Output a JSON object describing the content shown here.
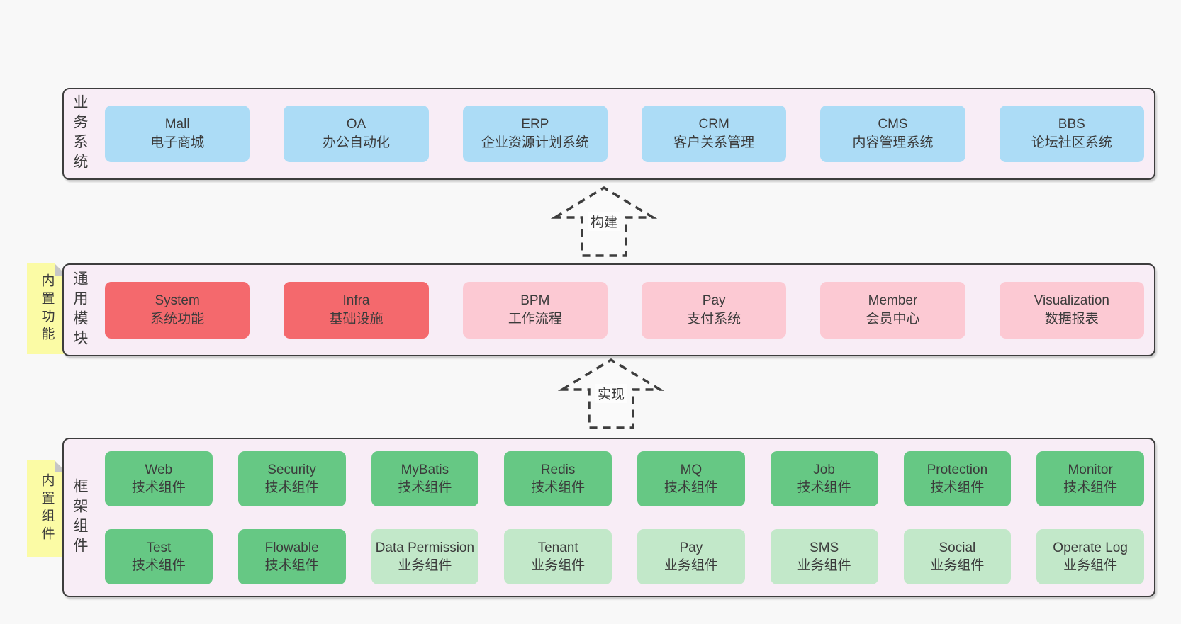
{
  "palette": {
    "background": "#f8f8f8",
    "panel_bg": "#f8edf6",
    "panel_border": "#3d3d3d",
    "text": "#3b3b3b",
    "blue": "#acdcf6",
    "red": "#f4696d",
    "pink": "#fcc9d3",
    "green": "#66c884",
    "light_green": "#c2e8c9",
    "sticky_yellow": "#fbfba5",
    "sticky_fold": "#c6c6c6"
  },
  "arrows": [
    {
      "label": "构建"
    },
    {
      "label": "实现"
    }
  ],
  "layers": [
    {
      "label": "业务系统",
      "boxes": [
        {
          "en": "Mall",
          "zh": "电子商城",
          "variant": "blue"
        },
        {
          "en": "OA",
          "zh": "办公自动化",
          "variant": "blue"
        },
        {
          "en": "ERP",
          "zh": "企业资源计划系统",
          "variant": "blue"
        },
        {
          "en": "CRM",
          "zh": "客户关系管理",
          "variant": "blue"
        },
        {
          "en": "CMS",
          "zh": "内容管理系统",
          "variant": "blue"
        },
        {
          "en": "BBS",
          "zh": "论坛社区系统",
          "variant": "blue"
        }
      ]
    },
    {
      "label": "通用模块",
      "sticky": "内置功能",
      "boxes": [
        {
          "en": "System",
          "zh": "系统功能",
          "variant": "red"
        },
        {
          "en": "Infra",
          "zh": "基础设施",
          "variant": "red"
        },
        {
          "en": "BPM",
          "zh": "工作流程",
          "variant": "pink"
        },
        {
          "en": "Pay",
          "zh": "支付系统",
          "variant": "pink"
        },
        {
          "en": "Member",
          "zh": "会员中心",
          "variant": "pink"
        },
        {
          "en": "Visualization",
          "zh": "数据报表",
          "variant": "pink"
        }
      ]
    },
    {
      "label": "框架组件",
      "sticky": "内置组件",
      "rows": [
        [
          {
            "en": "Web",
            "zh": "技术组件",
            "variant": "green"
          },
          {
            "en": "Security",
            "zh": "技术组件",
            "variant": "green"
          },
          {
            "en": "MyBatis",
            "zh": "技术组件",
            "variant": "green"
          },
          {
            "en": "Redis",
            "zh": "技术组件",
            "variant": "green"
          },
          {
            "en": "MQ",
            "zh": "技术组件",
            "variant": "green"
          },
          {
            "en": "Job",
            "zh": "技术组件",
            "variant": "green"
          },
          {
            "en": "Protection",
            "zh": "技术组件",
            "variant": "green"
          },
          {
            "en": "Monitor",
            "zh": "技术组件",
            "variant": "green"
          }
        ],
        [
          {
            "en": "Test",
            "zh": "技术组件",
            "variant": "green"
          },
          {
            "en": "Flowable",
            "zh": "技术组件",
            "variant": "green"
          },
          {
            "en": "Data Permission",
            "zh": "业务组件",
            "variant": "light_green"
          },
          {
            "en": "Tenant",
            "zh": "业务组件",
            "variant": "light_green"
          },
          {
            "en": "Pay",
            "zh": "业务组件",
            "variant": "light_green"
          },
          {
            "en": "SMS",
            "zh": "业务组件",
            "variant": "light_green"
          },
          {
            "en": "Social",
            "zh": "业务组件",
            "variant": "light_green"
          },
          {
            "en": "Operate Log",
            "zh": "业务组件",
            "variant": "light_green"
          }
        ]
      ]
    }
  ]
}
